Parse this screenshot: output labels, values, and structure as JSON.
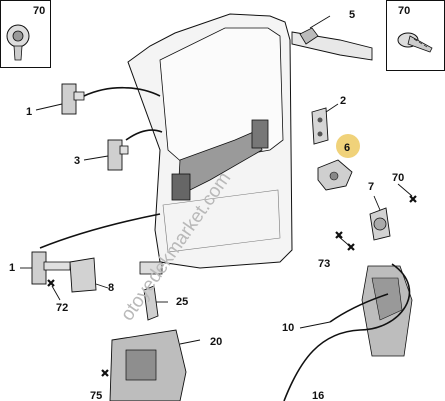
{
  "diagram": {
    "colors": {
      "line": "#111111",
      "part": "#cfcfcf",
      "shade": "#8a8a8a",
      "highlight": "#f0d27a",
      "watermark": "#b9b9b9"
    },
    "watermark": "otoyedekmarket.com",
    "callouts": {
      "c70a": "70",
      "c70b": "70",
      "c5": "5",
      "c1a": "1",
      "c2": "2",
      "c6": "6",
      "c3": "3",
      "c7": "7",
      "c73": "73",
      "c1b": "1",
      "c8": "8",
      "c72": "72",
      "c25": "25",
      "c10": "10",
      "c20": "20",
      "c75": "75",
      "c16": "16"
    }
  }
}
